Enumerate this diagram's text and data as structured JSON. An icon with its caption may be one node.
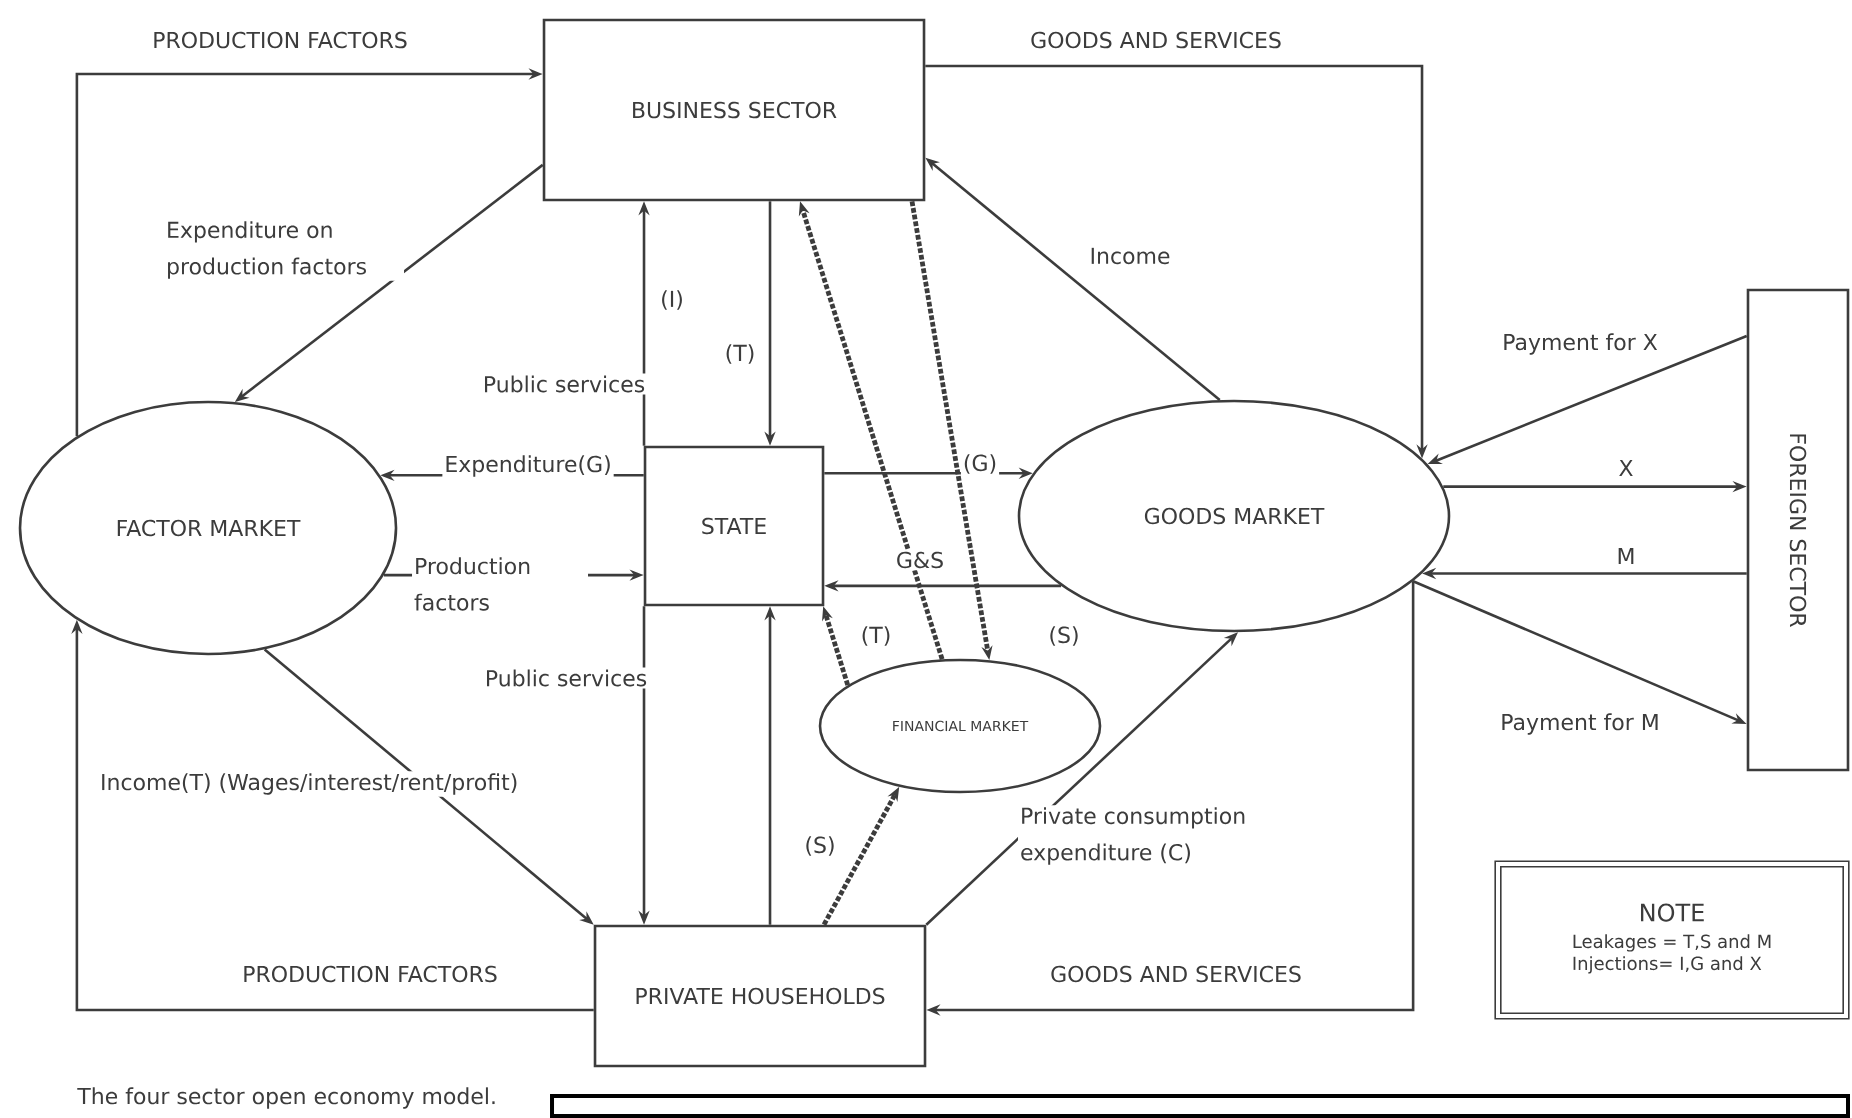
{
  "diagram": {
    "caption": "The four sector open economy model.",
    "nodes": [
      {
        "text": [
          "BUSINESS SECTOR"
        ]
      },
      {
        "text": [
          "FACTOR MARKET"
        ]
      },
      {
        "text": [
          "STATE"
        ]
      },
      {
        "text": [
          "GOODS MARKET"
        ]
      },
      {
        "text": [
          "FINANCIAL MARKET"
        ]
      },
      {
        "text": [
          "FOREIGN SECTOR"
        ]
      },
      {
        "text": [
          "PRIVATE HOUSEHOLDS"
        ]
      },
      {
        "text": [
          "NOTE",
          "Leakages = T,S and M",
          "Injections= I,G and X"
        ]
      },
      {
        "text": [],
        "shape": "box"
      }
    ],
    "edges": [
      {
        "from": 1,
        "to": 0,
        "arrow": "to",
        "label": "PRODUCTION FACTORS"
      },
      {
        "from": 0,
        "to": 3,
        "arrow": "to",
        "label": "GOODS AND SERVICES"
      },
      {
        "from": 0,
        "to": 1,
        "arrow": "to",
        "label": "Expenditure on production factors"
      },
      {
        "from": 3,
        "to": 0,
        "arrow": "to",
        "label": "Income"
      },
      {
        "from": 2,
        "to": 0,
        "arrow": "to",
        "label": "(I)"
      },
      {
        "from": 0,
        "to": 2,
        "arrow": "to",
        "label": "(T)"
      },
      {
        "from": 4,
        "to": 0,
        "arrow": "to",
        "style": "dashed"
      },
      {
        "from": 0,
        "to": 4,
        "arrow": "to",
        "style": "dashed",
        "label": "(S)"
      },
      {
        "from": 4,
        "to": 2,
        "arrow": "to",
        "style": "dashed",
        "label": "(T)"
      },
      {
        "from": 6,
        "to": 4,
        "arrow": "to",
        "style": "dashed",
        "label": "(S)"
      },
      {
        "from": 2,
        "to": 1,
        "arrow": "to",
        "label": "Expenditure(G)"
      },
      {
        "from": 1,
        "to": 2,
        "arrow": "to",
        "label": "Production factors"
      },
      {
        "from": 2,
        "to": 3,
        "arrow": "to",
        "label": "(G)"
      },
      {
        "from": 3,
        "to": 2,
        "arrow": "to",
        "label": "G&S"
      },
      {
        "from": 2,
        "to": 6,
        "arrow": "to",
        "label": "Public services"
      },
      {
        "from": 6,
        "to": 2,
        "arrow": "to"
      },
      {
        "from": 1,
        "to": 6,
        "arrow": "to",
        "label": "Income(T) (Wages/interest/rent/profit)"
      },
      {
        "from": 6,
        "to": 1,
        "arrow": "to",
        "label": "PRODUCTION FACTORS"
      },
      {
        "from": 3,
        "to": 6,
        "arrow": "to",
        "label": "GOODS AND SERVICES"
      },
      {
        "from": 6,
        "to": 3,
        "arrow": "to",
        "label": "Private consumption expenditure (C)"
      },
      {
        "from": 5,
        "to": 3,
        "arrow": "to",
        "label": "Payment for X"
      },
      {
        "from": 3,
        "to": 5,
        "arrow": "to",
        "label": "X"
      },
      {
        "from": 5,
        "to": 3,
        "arrow": "to",
        "label": "M"
      },
      {
        "from": 3,
        "to": 5,
        "arrow": "to",
        "label": "Payment for M"
      }
    ],
    "labels": [
      "Public services"
    ]
  }
}
